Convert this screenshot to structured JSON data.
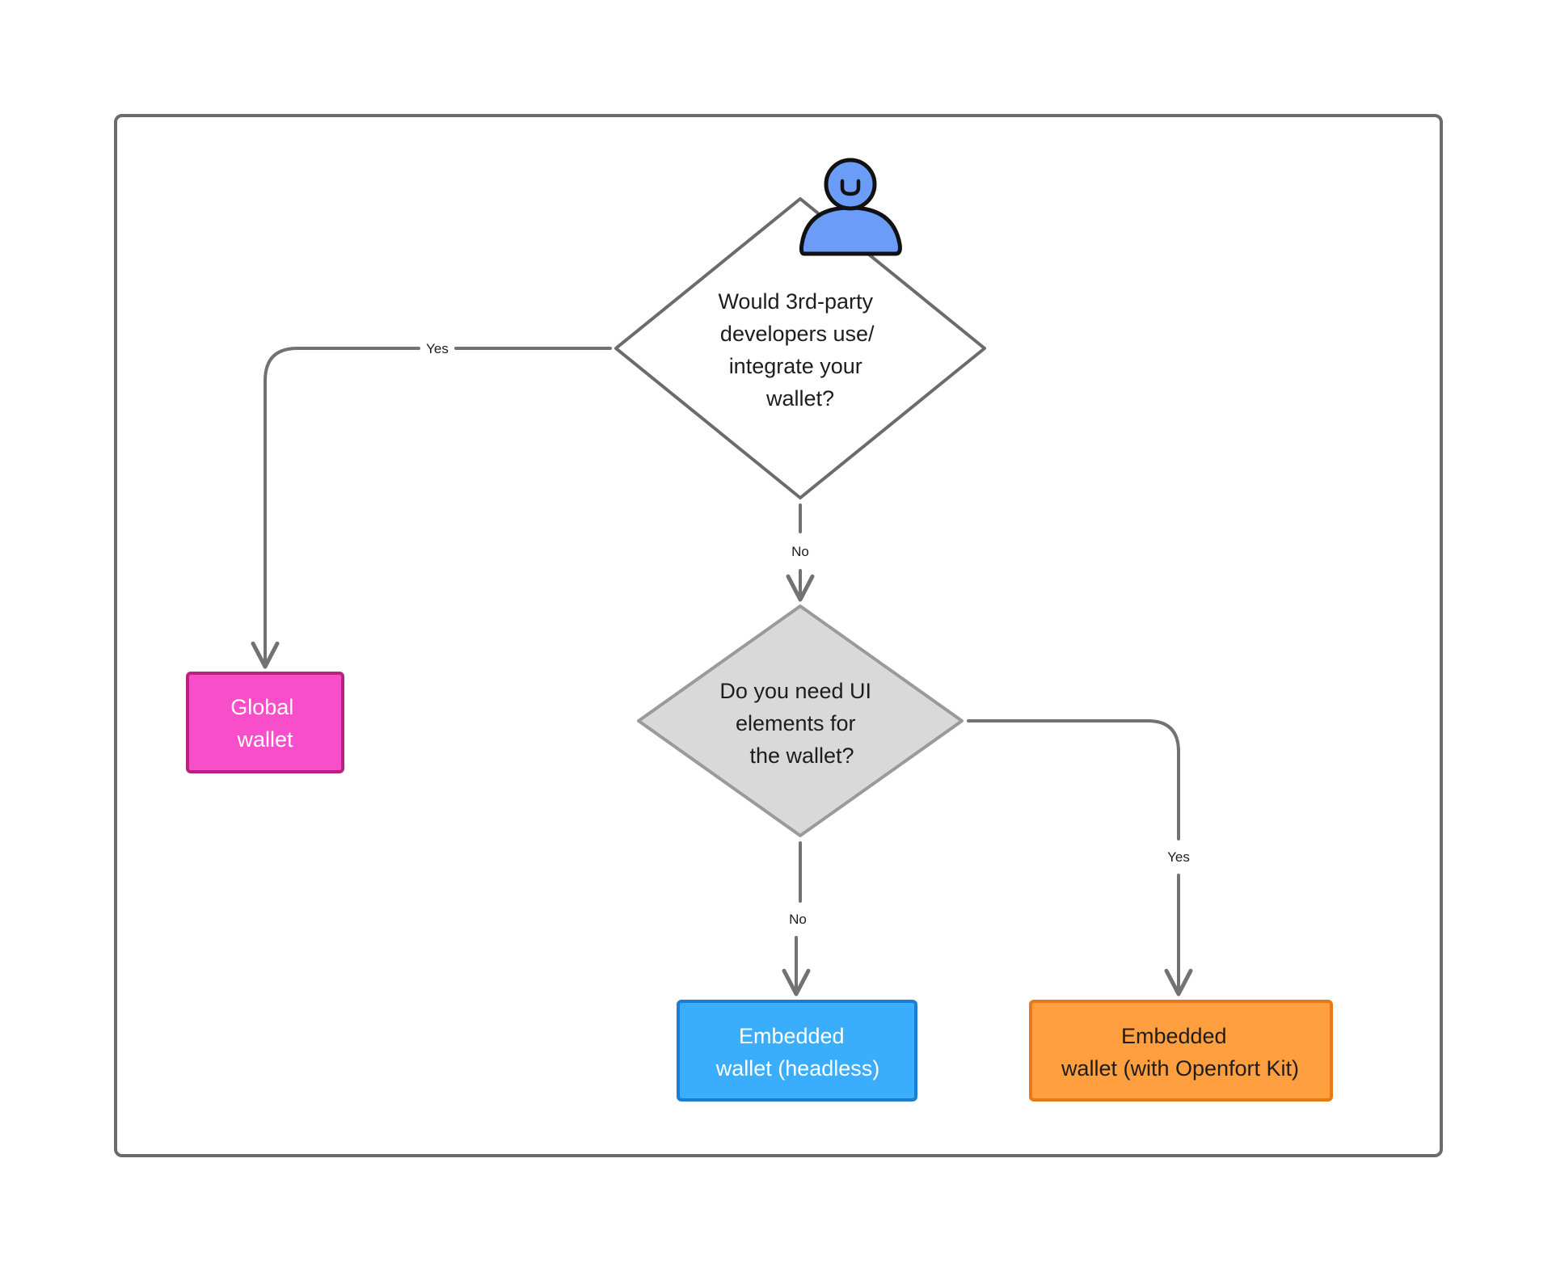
{
  "diagram": {
    "nodes": {
      "q1": {
        "shape": "diamond",
        "lines": [
          "Would 3rd-party",
          "developers use/",
          "integrate your",
          "wallet?"
        ],
        "fill": "#ffffff",
        "stroke": "#6b6b6b",
        "text_color": "#1d1d1d"
      },
      "q2": {
        "shape": "diamond",
        "lines": [
          "Do you need UI",
          "elements for",
          "the wallet?"
        ],
        "fill": "#d9d9d9",
        "stroke": "#9a9a9a",
        "text_color": "#1d1d1d"
      },
      "global": {
        "shape": "rect",
        "lines": [
          "Global",
          "wallet"
        ],
        "fill": "#f84ec9",
        "stroke": "#b8237f",
        "text_color": "#ffffff"
      },
      "headless": {
        "shape": "rect",
        "lines": [
          "Embedded",
          "wallet (headless)"
        ],
        "fill": "#3badfd",
        "stroke": "#1a7fd0",
        "text_color": "#ffffff"
      },
      "openfort_kit": {
        "shape": "rect",
        "lines": [
          "Embedded",
          "wallet (with Openfort Kit)"
        ],
        "fill": "#ff9f3f",
        "stroke": "#e87a15",
        "text_color": "#1d1d1d"
      }
    },
    "edges": [
      {
        "from": "q1",
        "to": "global",
        "label": "Yes"
      },
      {
        "from": "q1",
        "to": "q2",
        "label": "No"
      },
      {
        "from": "q2",
        "to": "headless",
        "label": "No"
      },
      {
        "from": "q2",
        "to": "openfort_kit",
        "label": "Yes"
      }
    ],
    "user_icon": {
      "name": "user-icon",
      "fill": "#6b9cf8",
      "stroke": "#111111"
    }
  }
}
